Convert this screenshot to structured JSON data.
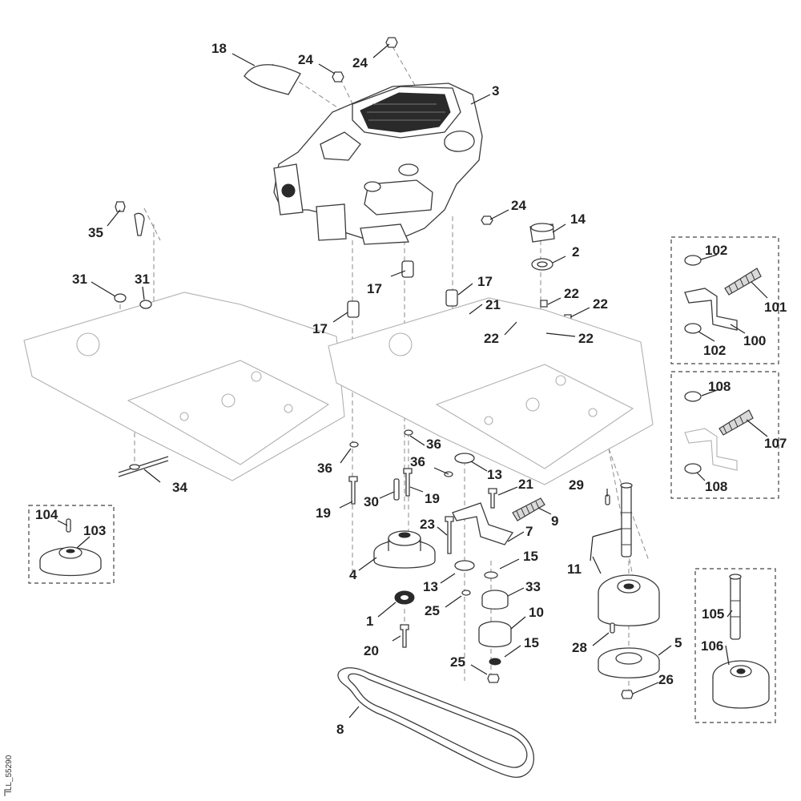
{
  "document_id": "ILL_55290",
  "colors": {
    "ink": "#222222",
    "frame": "#b0b0b0",
    "dash": "#8a8a8a"
  },
  "callouts": {
    "c1": "1",
    "c2": "2",
    "c3": "3",
    "c4": "4",
    "c5": "5",
    "c7": "7",
    "c8": "8",
    "c9": "9",
    "c10": "10",
    "c11": "11",
    "c13a": "13",
    "c13b": "13",
    "c14": "14",
    "c15a": "15",
    "c15b": "15",
    "c17a": "17",
    "c17b": "17",
    "c17c": "17",
    "c18": "18",
    "c19a": "19",
    "c19b": "19",
    "c20": "20",
    "c21a": "21",
    "c21b": "21",
    "c22a": "22",
    "c22b": "22",
    "c22c": "22",
    "c22d": "22",
    "c23": "23",
    "c24a": "24",
    "c24b": "24",
    "c24c": "24",
    "c25a": "25",
    "c25b": "25",
    "c26": "26",
    "c28": "28",
    "c29": "29",
    "c30": "30",
    "c31a": "31",
    "c31b": "31",
    "c33": "33",
    "c34": "34",
    "c35": "35",
    "c36a": "36",
    "c36b": "36",
    "c36c": "36",
    "c100": "100",
    "c101": "101",
    "c102a": "102",
    "c102b": "102",
    "c103": "103",
    "c104": "104",
    "c105": "105",
    "c106": "106",
    "c107": "107",
    "c108a": "108",
    "c108b": "108"
  }
}
